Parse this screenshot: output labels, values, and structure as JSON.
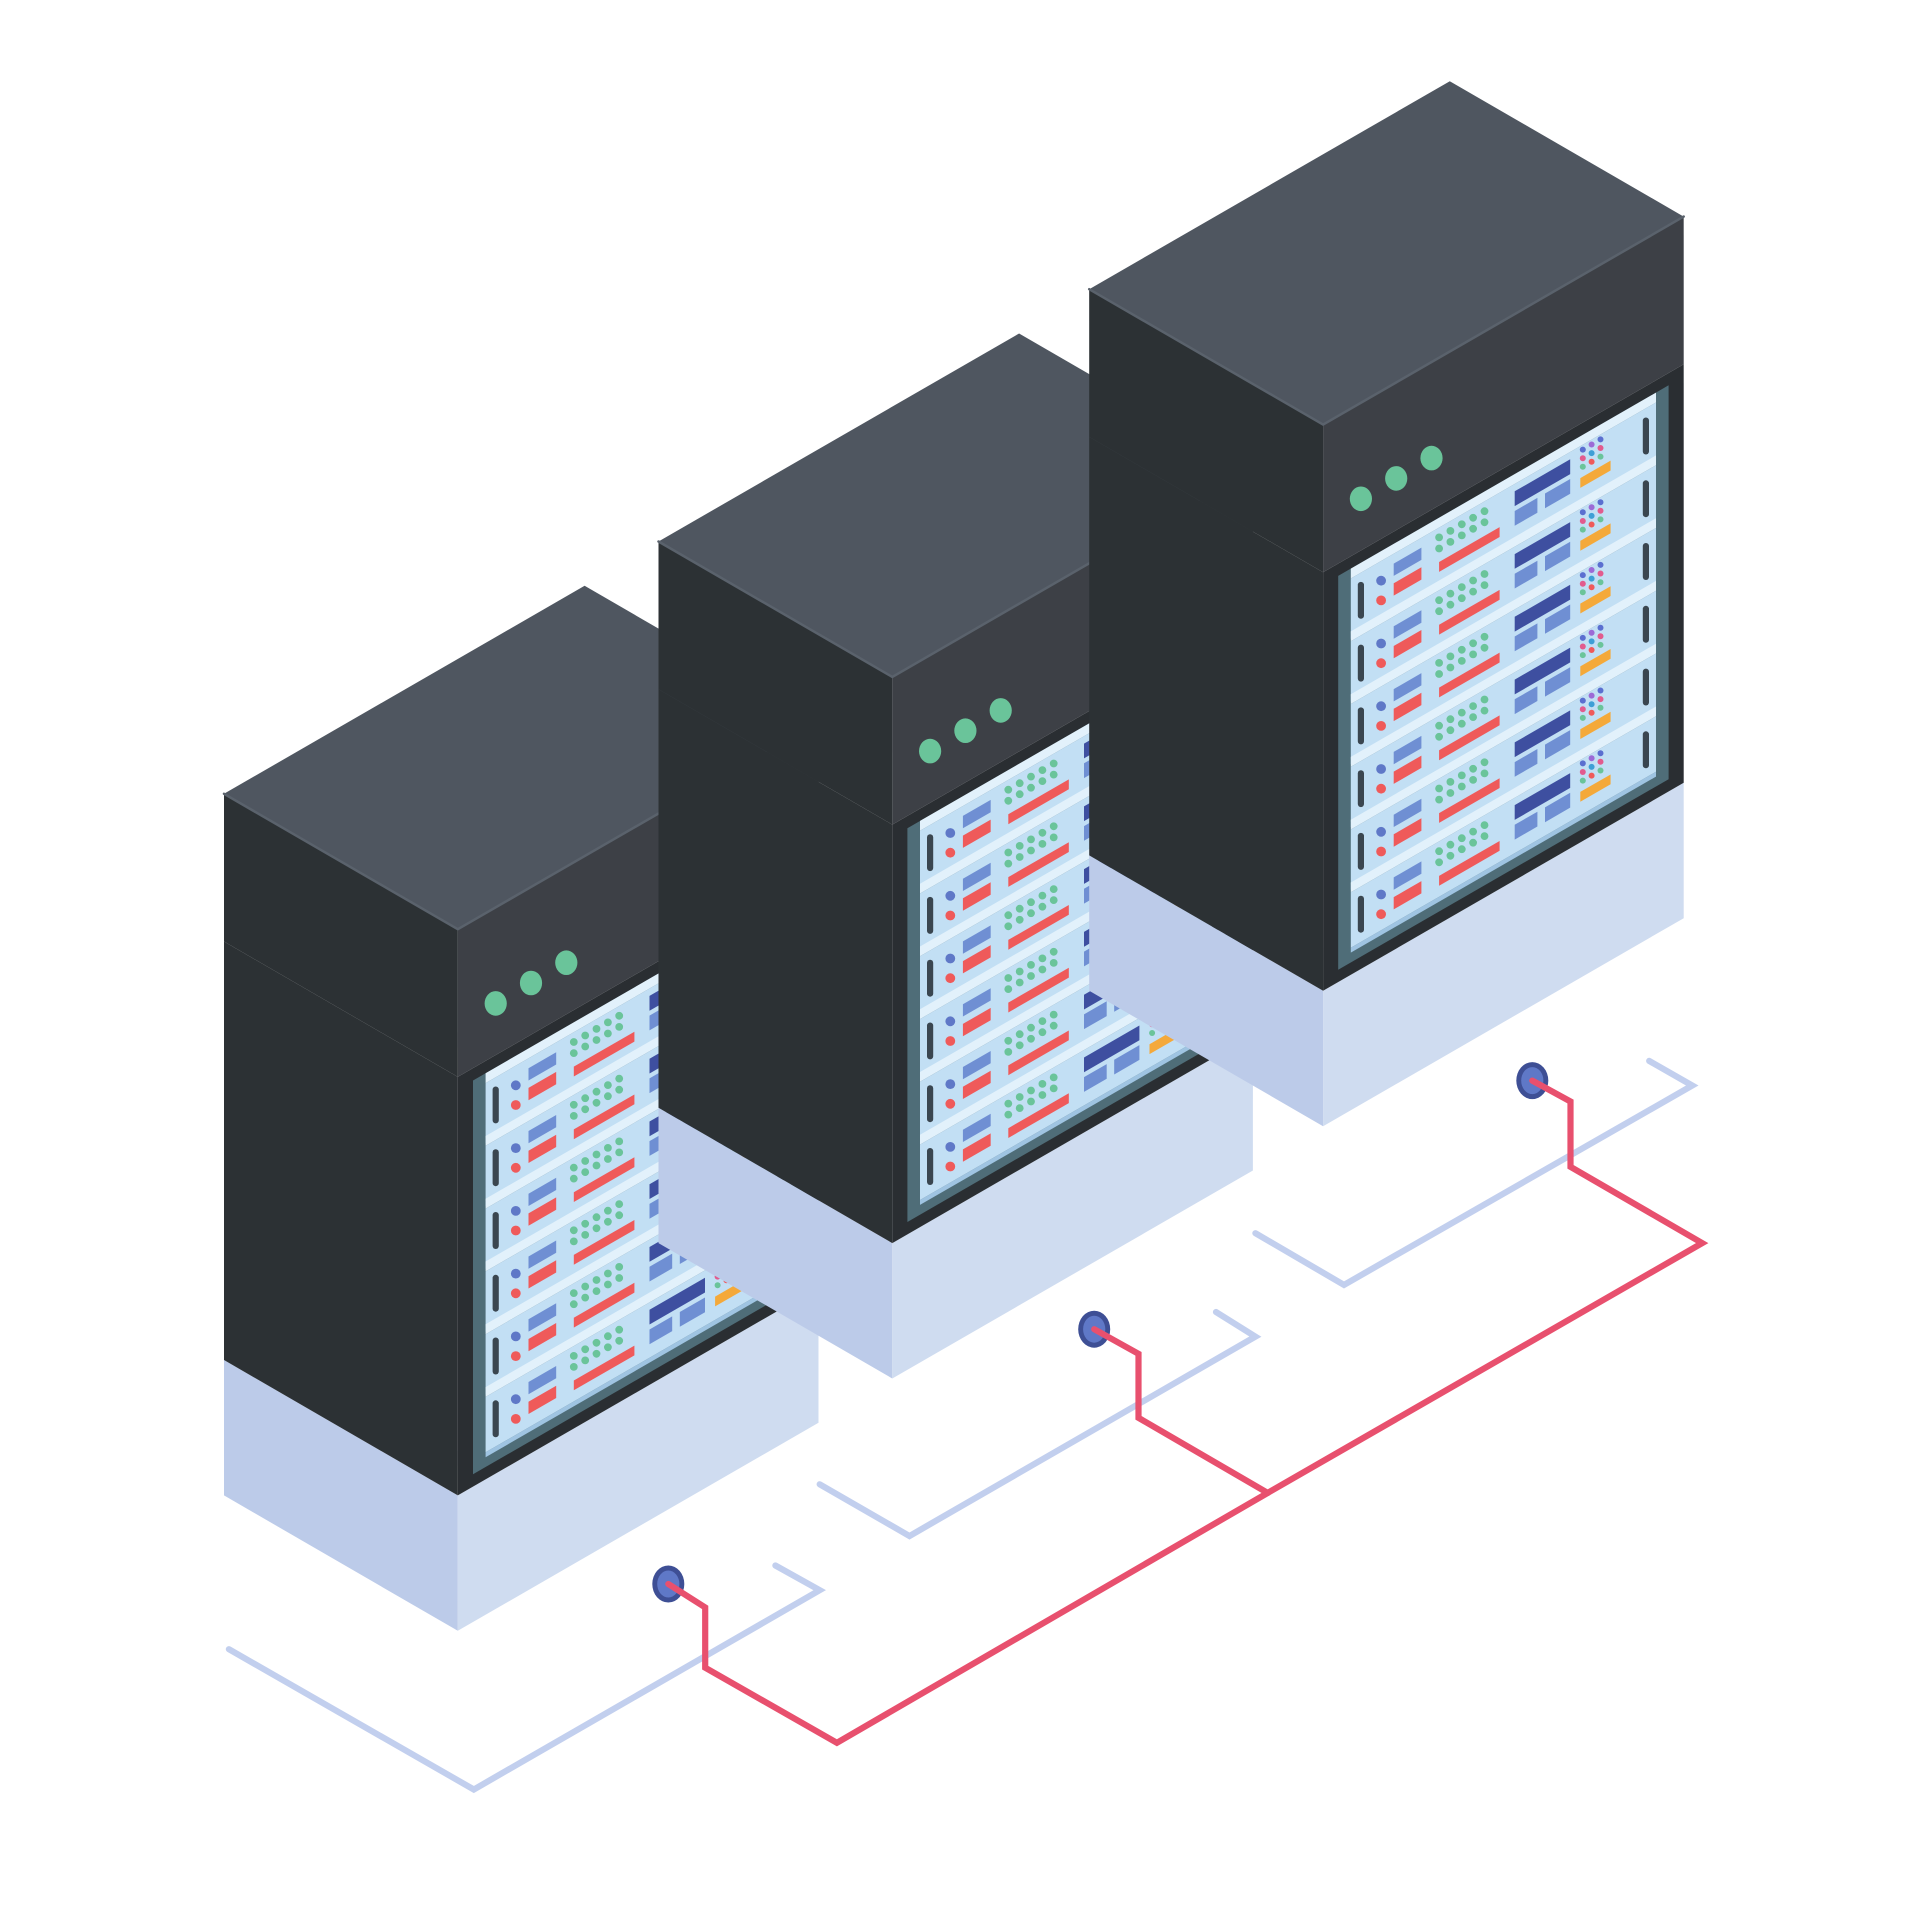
{
  "illustration": {
    "subject": "server-racks-network",
    "rack_count": 3,
    "units_per_rack": 6,
    "status_lights_per_rack": 3
  },
  "colors": {
    "background": "#ffffff",
    "cabinet_side": "#2c3134",
    "cabinet_front": "#3d4046",
    "cabinet_top": "#4f5660",
    "cabinet_edge": "#5a626c",
    "cabinet_frame": "#2a2e32",
    "glass": "#4f6d78",
    "base_left": "#bccbe9",
    "base_right": "#cfdcf0",
    "floor_outline": "#c2cfee",
    "cable": "#e8506e",
    "port": "#5f78c7",
    "port_ring": "#3e4f95",
    "status_light": "#6ac49a",
    "unit_face": "#c2dff4",
    "unit_top": "#e2f1fb",
    "unit_bottom": "#9fc4e2",
    "handle": "#3a4650",
    "led_green": "#6ac49a",
    "bar_red": "#ef5a5a",
    "block_dark_blue": "#3e4fa0",
    "block_mid_blue": "#6f8fd3",
    "led_grid_mix": [
      "#5b6fd0",
      "#e25b8e",
      "#6ac49a",
      "#9c6ad6",
      "#3e9fd6",
      "#ef5a5a"
    ],
    "block_orange": "#f4a93a",
    "led_small_blue": "#5f78c7",
    "led_small_red": "#ef5a5a"
  }
}
